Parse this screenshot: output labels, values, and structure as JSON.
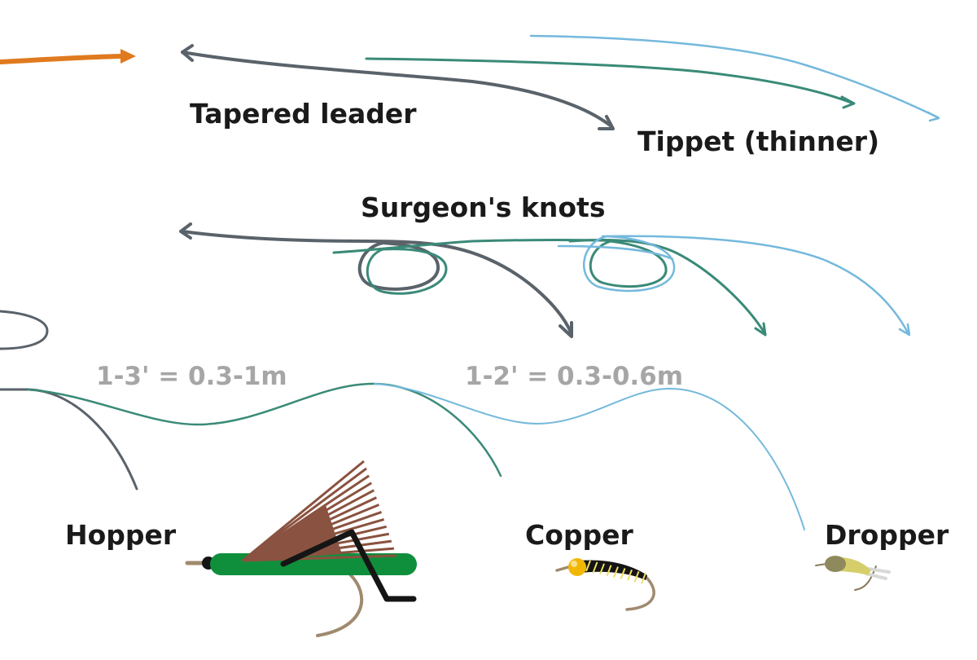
{
  "colors": {
    "fly_line": "#e07a1f",
    "leader": "#5a626a",
    "tippet": "#3a8a78",
    "tippet_thin": "#74b9dc",
    "length_text": "#a6a6a6",
    "label_text": "#1a1a1a",
    "hopper_body": "#0f8f3c",
    "hopper_wing": "#8a5240",
    "hopper_legs": "#151515",
    "hook": "#a08a6e",
    "bead": "#f2b705",
    "copper_body": "#151515",
    "copper_rib": "#f0e060",
    "dropper_head": "#8e8a5e",
    "dropper_body": "#d4cf6a",
    "dropper_tail": "#d8d8d8"
  },
  "labels": {
    "tapered_leader": "Tapered leader",
    "tippet": "Tippet (thinner)",
    "surgeons_knots": "Surgeon's knots",
    "length_1": "1-3' = 0.3-1m",
    "length_2": "1-2' = 0.3-0.6m",
    "hopper": "Hopper",
    "copper": "Copper",
    "dropper": "Dropper"
  },
  "icons": {
    "fly_line_arrow": "arrow-right",
    "leader_arrow_top": "arrow-left",
    "tippet_arrow": "arrow-right",
    "hopper_fly": "grasshopper-fly",
    "copper_fly": "beadhead-nymph",
    "dropper_fly": "dropper-nymph"
  }
}
